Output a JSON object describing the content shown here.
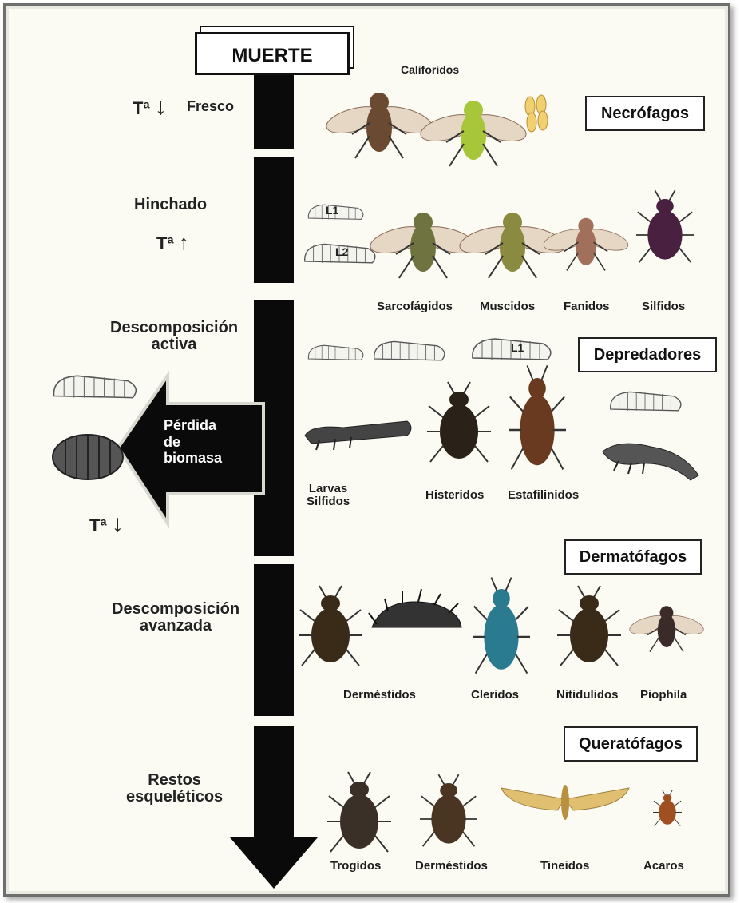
{
  "top_label": "MUERTE",
  "stages": {
    "fresco": "Fresco",
    "hinchado": "Hinchado",
    "descomposicion_activa_1": "Descomposición",
    "descomposicion_activa_2": "activa",
    "descomposicion_avanzada_1": "Descomposición",
    "descomposicion_avanzada_2": "avanzada",
    "restos_1": "Restos",
    "restos_2": "esqueléticos"
  },
  "temperature": {
    "t1": "Tª",
    "t1_arrow": "↓",
    "t2": "Tª",
    "t2_arrow": "↑",
    "t3": "Tª",
    "t3_arrow": "↓"
  },
  "biomass": {
    "line1": "Pérdida",
    "line2": "de",
    "line3": "biomasa"
  },
  "groups": {
    "necrofagos": "Necrófagos",
    "depredadores": "Depredadores",
    "dermatofagos": "Dermatófagos",
    "queratofagos": "Queratófagos"
  },
  "larva_tags": {
    "l1a": "L1",
    "l2": "L2",
    "l1b": "L1"
  },
  "insects": {
    "califoridos": "Califoridos",
    "sarcofagidos": "Sarcofágidos",
    "muscidos": "Muscidos",
    "fanidos": "Fanidos",
    "silfidos": "Silfidos",
    "larvas_1": "Larvas",
    "larvas_2": "Silfidos",
    "histeridos": "Histeridos",
    "estafilinidos": "Estafilinidos",
    "dermestidos": "Derméstidos",
    "cleridos": "Cleridos",
    "nitidulidos": "Nitidulidos",
    "piophila": "Piophila",
    "trogidos": "Trogidos",
    "dermestidos2": "Derméstidos",
    "tineidos": "Tineidos",
    "acaros": "Acaros"
  },
  "colors": {
    "timeline": "#0a0a0a",
    "fly_green": "#a8c63a",
    "fly_brown": "#5a3a22",
    "beetle_purple": "#4a2040",
    "beetle_blue": "#2a7a90",
    "moth": "#e0c070"
  }
}
